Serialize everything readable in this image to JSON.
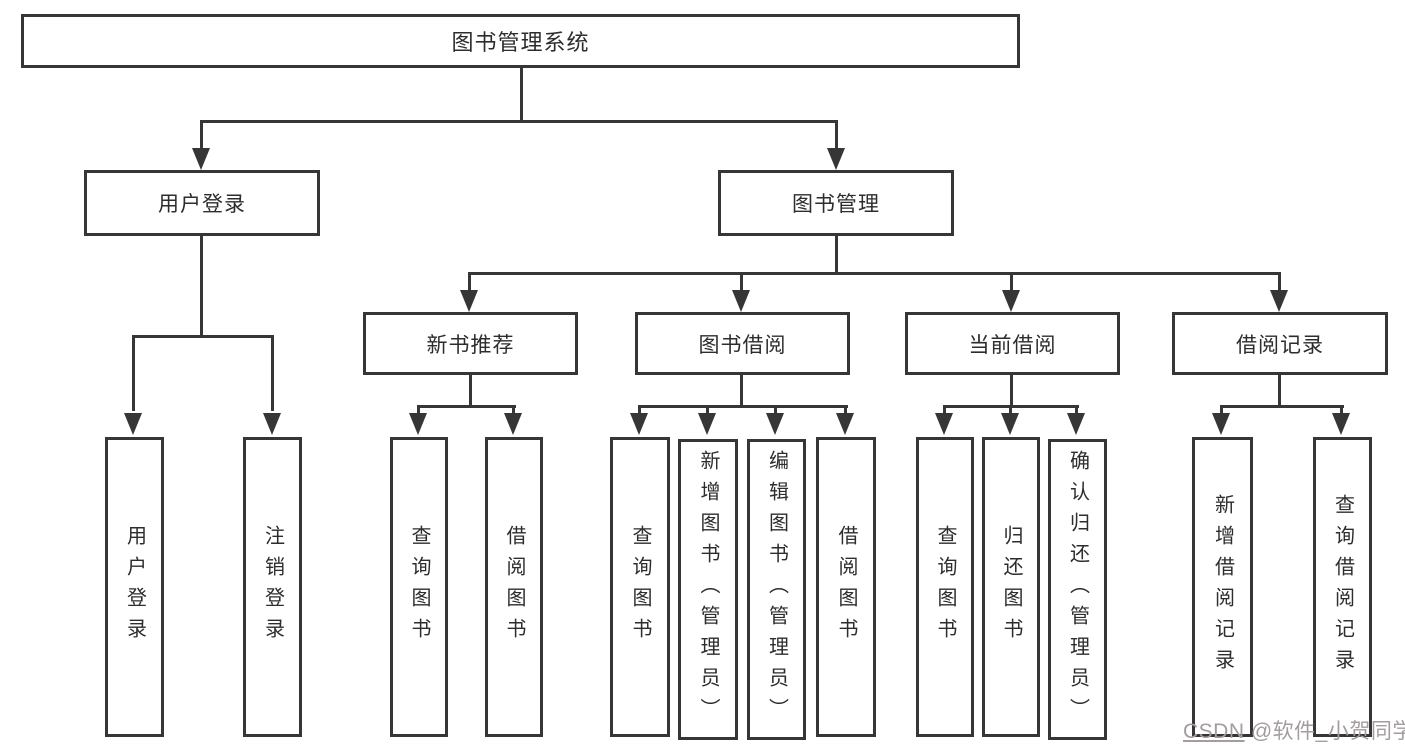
{
  "tree": {
    "root": {
      "label": "图书管理系统"
    },
    "branches": [
      {
        "label": "用户登录",
        "children": [
          {
            "label": "用户登录"
          },
          {
            "label": "注销登录"
          }
        ]
      },
      {
        "label": "图书管理",
        "children": [
          {
            "label": "新书推荐",
            "children": [
              {
                "label": "查询图书"
              },
              {
                "label": "借阅图书"
              }
            ]
          },
          {
            "label": "图书借阅",
            "children": [
              {
                "label": "查询图书"
              },
              {
                "label": "新增图书（管理员）"
              },
              {
                "label": "编辑图书（管理员）"
              },
              {
                "label": "借阅图书"
              }
            ]
          },
          {
            "label": "当前借阅",
            "children": [
              {
                "label": "查询图书"
              },
              {
                "label": "归还图书"
              },
              {
                "label": "确认归还（管理员）"
              }
            ]
          },
          {
            "label": "借阅记录",
            "children": [
              {
                "label": "新增借阅记录"
              },
              {
                "label": "查询借阅记录"
              }
            ]
          }
        ]
      }
    ]
  },
  "watermark": {
    "brand": "CSDN",
    "handle": " @软件_小贺同学"
  },
  "colors": {
    "line": "#363636",
    "text": "#2d2d2d",
    "watermark": "#a49c9e",
    "background": "#ffffff"
  }
}
